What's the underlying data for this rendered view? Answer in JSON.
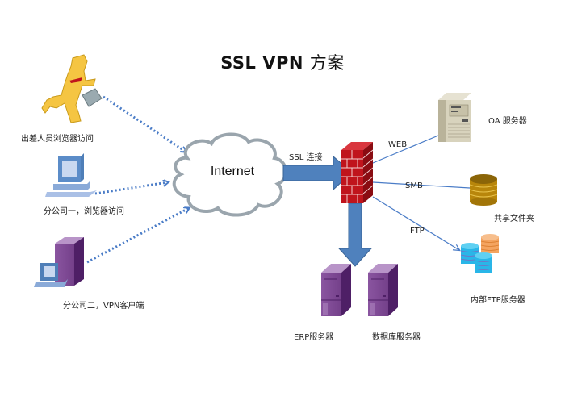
{
  "title": {
    "latin": "SSL VPN",
    "cjk": "方案"
  },
  "clients": [
    {
      "id": "traveler",
      "label": "出差人员浏览器访问",
      "icon": "running-businessman-icon"
    },
    {
      "id": "branch1",
      "label": "分公司一，浏览器访问",
      "icon": "desktop-computer-icon"
    },
    {
      "id": "branch2",
      "label": "分公司二，VPN客户端",
      "icon": "workstation-with-tower-icon"
    }
  ],
  "internet": {
    "label": "Internet",
    "icon": "cloud-icon"
  },
  "ssl_link": {
    "label": "SSL 连接",
    "icon": "right-arrow-icon"
  },
  "firewall": {
    "icon": "brick-firewall-icon"
  },
  "services": [
    {
      "id": "oa",
      "protocol": "WEB",
      "label": "OA 服务器",
      "icon": "tower-server-icon"
    },
    {
      "id": "share",
      "protocol": "SMB",
      "label": "共享文件夹",
      "icon": "database-stack-icon"
    },
    {
      "id": "ftp",
      "protocol": "FTP",
      "label": "内部FTP服务器",
      "icon": "ftp-database-cluster-icon"
    }
  ],
  "internal_servers": [
    {
      "id": "erp",
      "label": "ERP服务器",
      "icon": "purple-server-icon"
    },
    {
      "id": "db",
      "label": "数据库服务器",
      "icon": "purple-server-icon"
    }
  ],
  "colors": {
    "dotted_link": "#4a7cc7",
    "arrow_fill": "#4f81bd",
    "arrow_stroke": "#3a6496",
    "protocol_line": "#4a7cc7",
    "cloud_stroke": "#9aa5ad",
    "firewall_red": "#c0141c",
    "server_purple": "#7b3f8f",
    "person_yellow": "#f5c542",
    "disk_gold": "#b8860b",
    "disk_cyan": "#29b6e8",
    "disk_orange": "#f4a460"
  }
}
